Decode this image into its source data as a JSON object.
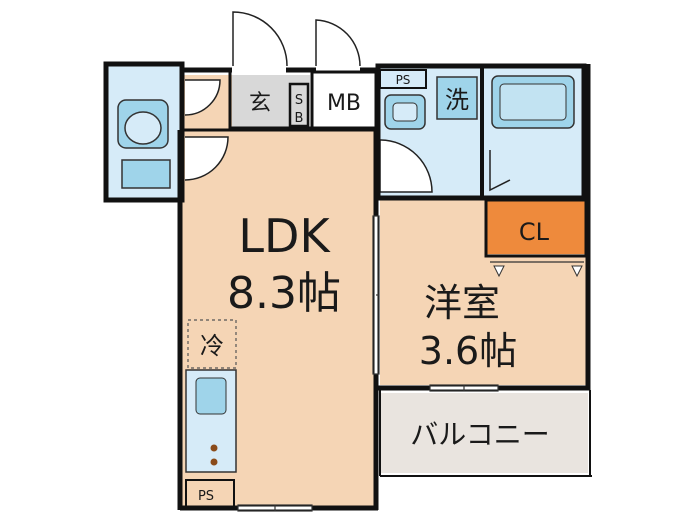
{
  "plan": {
    "rooms": {
      "ldk": {
        "name": "LDK",
        "size": "8.3帖"
      },
      "western": {
        "name": "洋室",
        "size": "3.6帖"
      },
      "balcony": {
        "name": "バルコニー"
      }
    },
    "labels": {
      "entrance": "玄",
      "shoe_box_s": "S",
      "shoe_box_b": "B",
      "meter_box": "MB",
      "pipe_space_top": "PS",
      "pipe_space_bottom": "PS",
      "washer": "洗",
      "closet": "CL",
      "fridge": "冷"
    },
    "colors": {
      "wall": "#111111",
      "wood_floor": "#f5d5b5",
      "wet_area": "#d6ebf8",
      "closet": "#ee8a3c",
      "balcony": "#e9e4df",
      "entrance": "#d8d8d8",
      "fixture_blue": "#9fd4ea"
    }
  }
}
